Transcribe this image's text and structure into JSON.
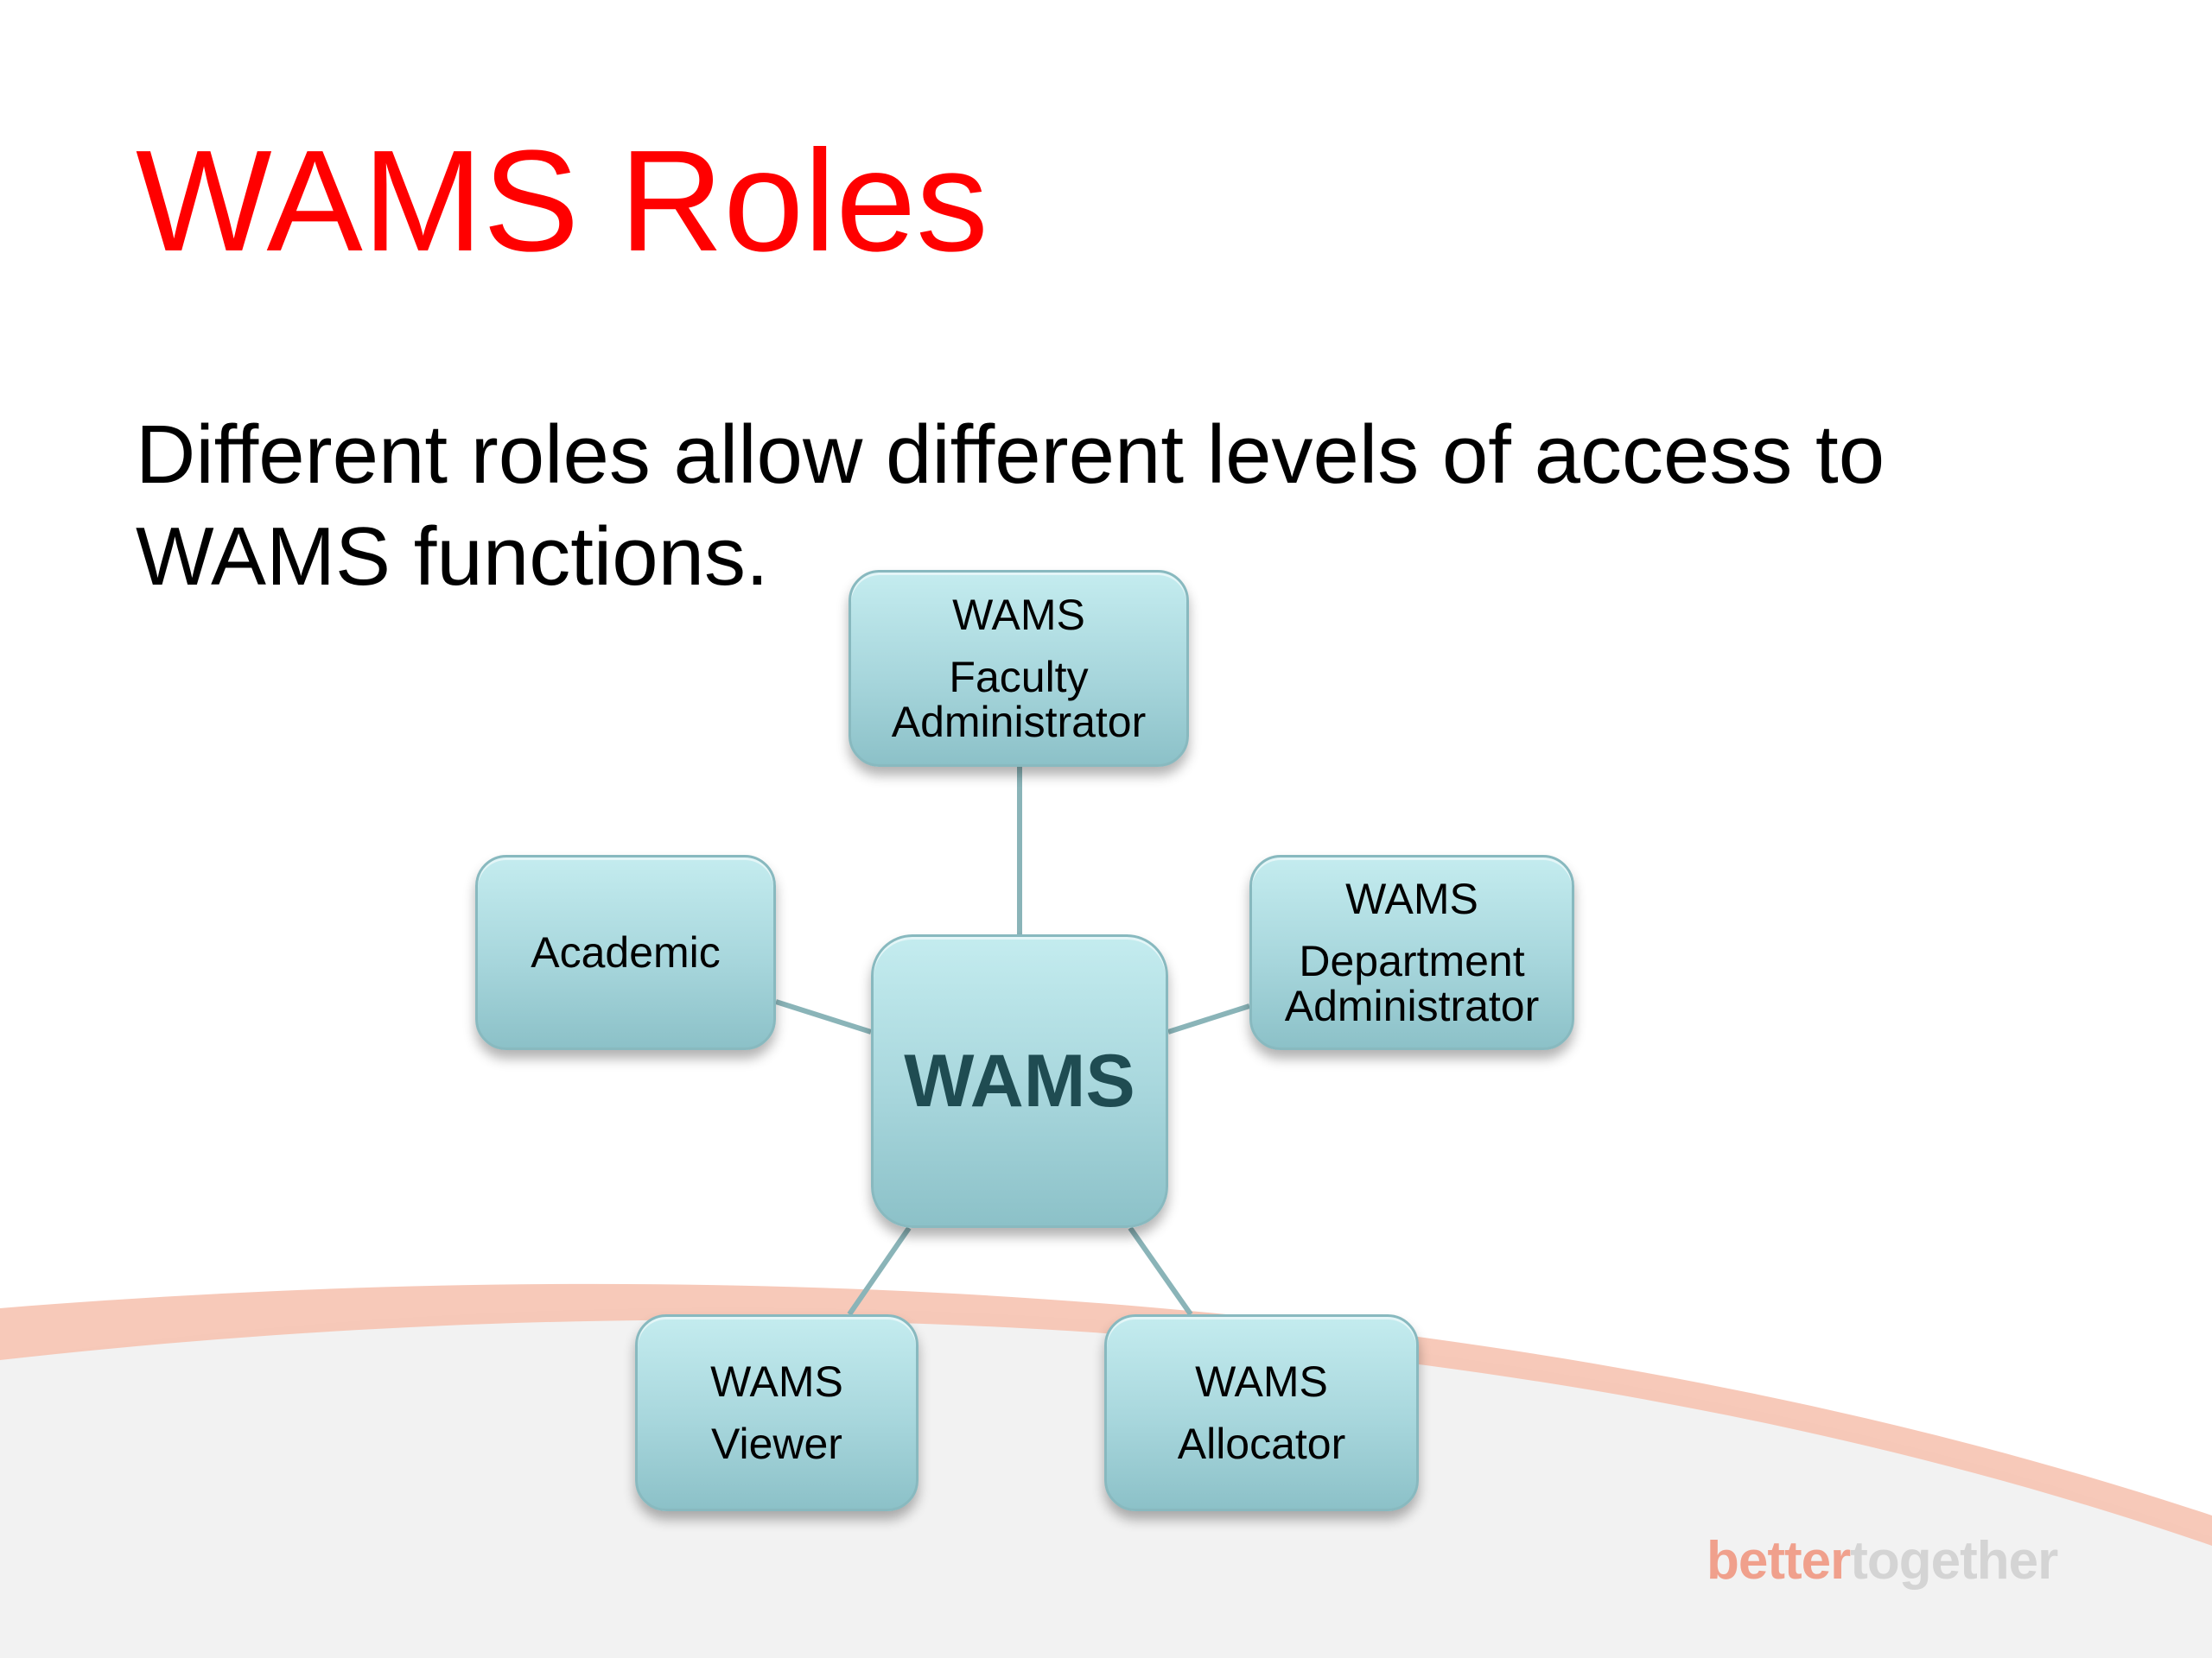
{
  "slide": {
    "title": "WAMS Roles",
    "subtitle": "Different roles allow different levels of access to WAMS functions."
  },
  "diagram": {
    "center": {
      "label": "WAMS"
    },
    "nodes": {
      "faculty_admin": {
        "line1": "WAMS",
        "line2": "Faculty",
        "line3": "Administrator"
      },
      "academic": {
        "line1": "Academic"
      },
      "department_admin": {
        "line1": "WAMS",
        "line2": "Department",
        "line3": "Administrator"
      },
      "viewer": {
        "line1": "WAMS",
        "line2": "Viewer"
      },
      "allocator": {
        "line1": "WAMS",
        "line2": "Allocator"
      }
    },
    "connector_color": "#8ab4b8"
  },
  "branding": {
    "logo_part1": "better",
    "logo_part2": "together",
    "logo_color1": "#f0a08c",
    "logo_color2": "#d4d4d4"
  },
  "colors": {
    "title": "#ff0000",
    "box_fill": "#a8d8dc",
    "center_text": "#1f4c52",
    "swoosh": "#f6c3b1",
    "footer_bg": "#f2f2f2"
  }
}
